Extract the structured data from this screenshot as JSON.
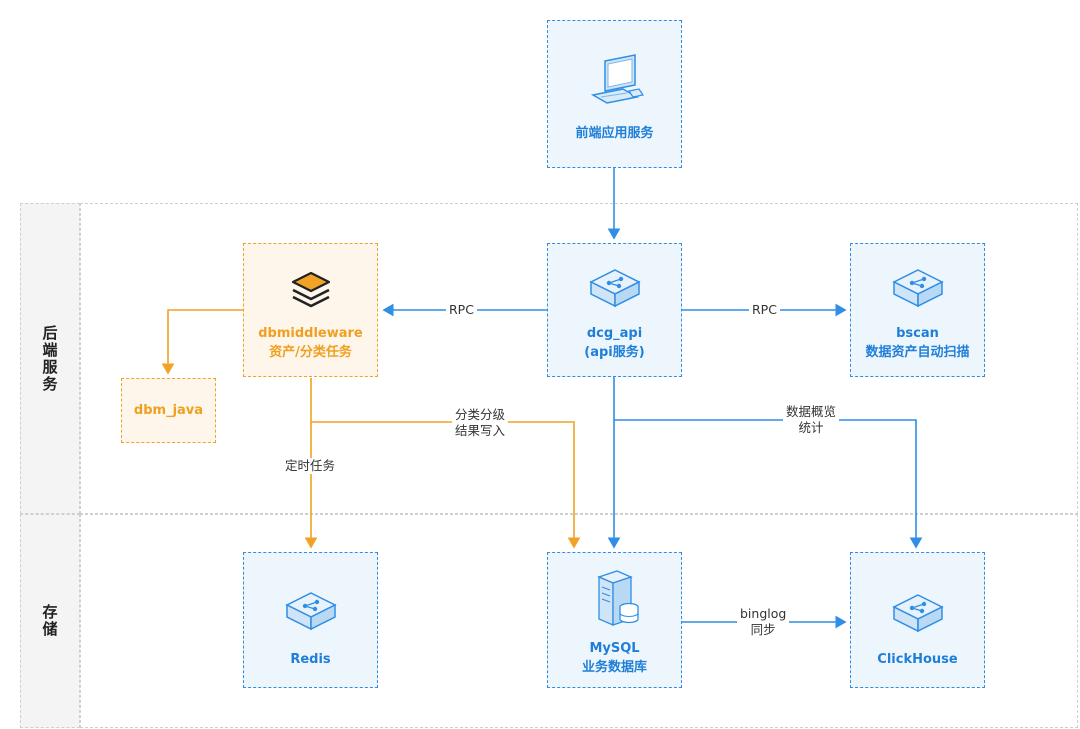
{
  "lanes": {
    "backend": "后端服务",
    "storage": "存储"
  },
  "nodes": {
    "frontend": {
      "label": "前端应用服务",
      "icon": "computer-icon"
    },
    "dcg_api": {
      "label1": "dcg_api",
      "label2": "(api服务)",
      "icon": "cube-network-icon"
    },
    "bscan": {
      "label1": "bscan",
      "label2": "数据资产自动扫描",
      "icon": "cube-network-icon"
    },
    "dbmiddleware": {
      "label1": "dbmiddleware",
      "label2": "资产/分类任务",
      "icon": "layers-icon"
    },
    "dbm_java": {
      "label": "dbm_java"
    },
    "redis": {
      "label": "Redis",
      "icon": "cube-network-icon"
    },
    "mysql": {
      "label1": "MySQL",
      "label2": "业务数据库",
      "icon": "server-database-icon"
    },
    "clickhouse": {
      "label": "ClickHouse",
      "icon": "cube-network-icon"
    }
  },
  "edges": {
    "rpc_left": "RPC",
    "rpc_right": "RPC",
    "classify_write_1": "分类分级",
    "classify_write_2": "结果写入",
    "overview_1": "数据概览",
    "overview_2": "统计",
    "scheduled": "定时任务",
    "binlog_1": "binglog",
    "binlog_2": "同步"
  },
  "colors": {
    "blue": "#2f8ee5",
    "orange": "#f2a227",
    "blue_fill": "#eef6fd",
    "orange_fill": "#fef6ea"
  }
}
